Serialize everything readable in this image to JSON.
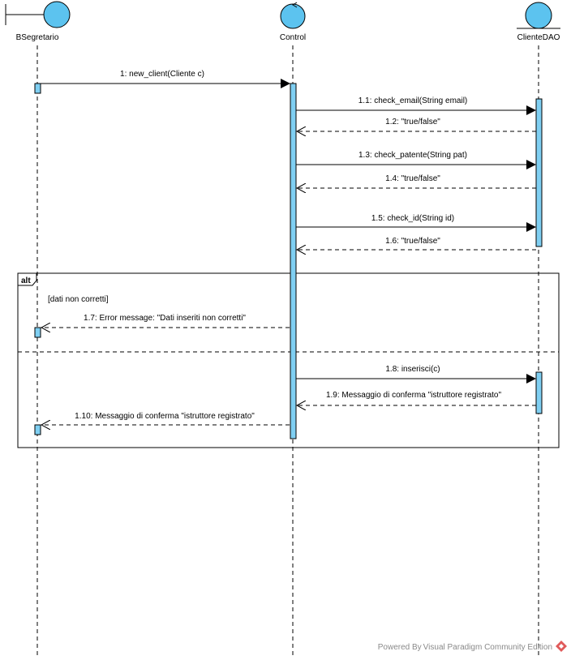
{
  "lifelines": [
    {
      "id": "bsegretario",
      "name": "BSegretario",
      "stereotype": "boundary"
    },
    {
      "id": "control",
      "name": "Control",
      "stereotype": "control"
    },
    {
      "id": "clientedao",
      "name": "ClienteDAO",
      "stereotype": "entity"
    }
  ],
  "messages": [
    {
      "label": "1: new_client(Cliente c)",
      "from": "bsegretario",
      "to": "control",
      "kind": "call"
    },
    {
      "label": "1.1: check_email(String email)",
      "from": "control",
      "to": "clientedao",
      "kind": "call"
    },
    {
      "label": "1.2: \"true/false\"",
      "from": "clientedao",
      "to": "control",
      "kind": "return"
    },
    {
      "label": "1.3: check_patente(String pat)",
      "from": "control",
      "to": "clientedao",
      "kind": "call"
    },
    {
      "label": "1.4: \"true/false\"",
      "from": "clientedao",
      "to": "control",
      "kind": "return"
    },
    {
      "label": "1.5: check_id(String id)",
      "from": "control",
      "to": "clientedao",
      "kind": "call"
    },
    {
      "label": "1.6: \"true/false\"",
      "from": "clientedao",
      "to": "control",
      "kind": "return"
    },
    {
      "label": "1.7: Error message: \"Dati inseriti non corretti\"",
      "from": "control",
      "to": "bsegretario",
      "kind": "return"
    },
    {
      "label": "1.8: inserisci(c)",
      "from": "control",
      "to": "clientedao",
      "kind": "call"
    },
    {
      "label": "1.9: Messaggio di conferma \"istruttore registrato\"",
      "from": "clientedao",
      "to": "control",
      "kind": "return"
    },
    {
      "label": "1.10: Messaggio di conferma \"istruttore registrato\"",
      "from": "control",
      "to": "bsegretario",
      "kind": "return"
    }
  ],
  "fragment": {
    "operator": "alt",
    "guard": "[dati non corretti]"
  },
  "watermark": "Powered By Visual Paradigm Community Edition",
  "colors": {
    "activation": "#7fcff2",
    "head": "#5cc3ef",
    "line": "#000000",
    "watermark": "#8a8a8a",
    "logo": "#e05a5a"
  }
}
